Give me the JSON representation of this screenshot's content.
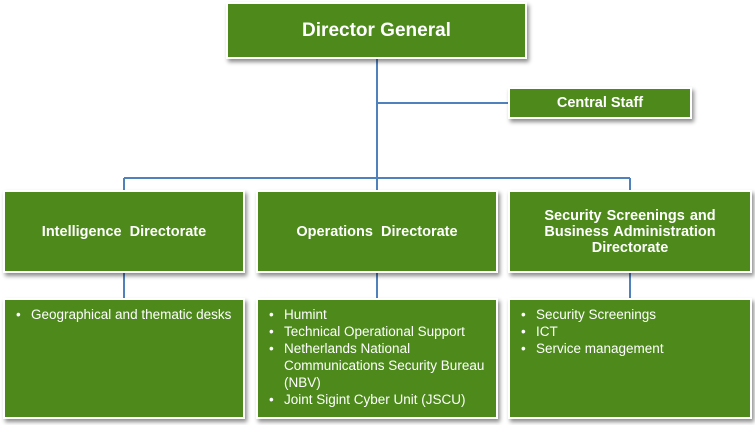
{
  "director": {
    "label": "Director General"
  },
  "central_staff": {
    "label": "Central Staff"
  },
  "directorates": [
    {
      "label": "Intelligence  Directorate",
      "items": [
        "Geographical and thematic desks"
      ]
    },
    {
      "label": "Operations  Directorate",
      "items": [
        "Humint",
        "Technical Operational Support",
        "Netherlands National Communications Security Bureau (NBV)",
        "Joint Sigint Cyber Unit (JSCU)"
      ]
    },
    {
      "label": "Security  Screenings  and Business  Administration Directorate",
      "items": [
        "Security Screenings",
        "ICT",
        "Service management"
      ]
    }
  ],
  "colors": {
    "box_fill": "#4d8a1b",
    "connector": "#4f81bd"
  }
}
